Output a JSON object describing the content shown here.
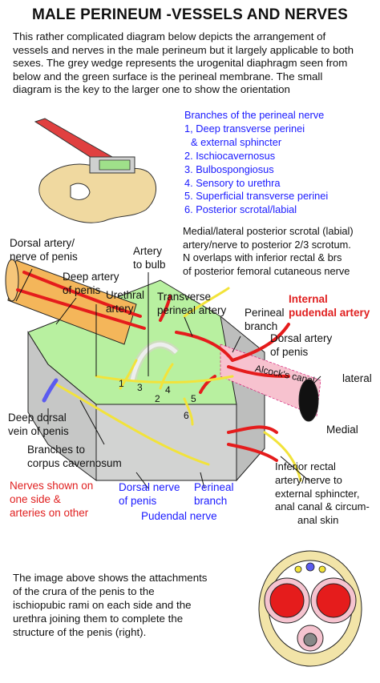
{
  "title": "MALE PERINEUM -VESSELS AND NERVES",
  "intro_lines": [
    "This rather complicated diagram below depicts the arrangement of",
    "vessels and nerves in the male perineum but it largely applicable to both",
    "sexes. The grey wedge represents the urogenital diaphragm seen from",
    "below and the green surface is the perineal membrane. The small",
    "diagram is the key to the larger one to show the orientation"
  ],
  "perineal_nerve_branches": {
    "heading": "Branches of the perineal nerve",
    "items": [
      "1, Deep transverse perinei",
      "  & external sphincter",
      "2. Ischiocavernosus",
      "3. Bulbospongiosus",
      "4. Sensory to urethra",
      "5. Superficial transverse perinei",
      "6. Posterior scrotal/labial"
    ]
  },
  "labels": {
    "medial_lateral_note": [
      "Medial/lateral posterior scrotal (labial)",
      "artery/nerve to posterior 2/3 scrotum.",
      "N overlaps with inferior rectal & brs",
      "of posterior femoral cutaneous nerve"
    ],
    "dorsal_artery_nerve": [
      "Dorsal artery/",
      "nerve of penis"
    ],
    "artery_to_bulb": [
      "Artery",
      "to bulb"
    ],
    "deep_artery": [
      "Deep artery",
      "of penis"
    ],
    "urethral_artery": [
      "Urethral",
      "artery"
    ],
    "transverse_perineal_artery": [
      "Transverse",
      "perineal artery"
    ],
    "perineal_branch_top": [
      "Perineal",
      "branch"
    ],
    "internal_pudendal_artery": [
      "Internal",
      "pudendal artery"
    ],
    "dorsal_artery_right": [
      "Dorsal artery",
      "of penis"
    ],
    "alcocks_canal": "Alcock's canal",
    "lateral": "lateral",
    "medial": "Medial",
    "deep_dorsal_vein": [
      "Deep dorsal",
      "vein of penis"
    ],
    "branches_corpus": [
      "Branches to",
      "corpus cavernosum"
    ],
    "nerves_shown": [
      "Nerves shown on",
      "one side &",
      "arteries on other"
    ],
    "dorsal_nerve": [
      "Dorsal nerve",
      "of penis"
    ],
    "perineal_branch_bottom": [
      "Perineal",
      "branch"
    ],
    "pudendal_nerve": "Pudendal nerve",
    "inferior_rectal": [
      "Inferior rectal",
      "artery/nerve to",
      "external sphincter,",
      "anal canal & circum-",
      "anal skin"
    ],
    "numbers": [
      "1",
      "2",
      "3",
      "4",
      "5",
      "6"
    ]
  },
  "bottom_text": [
    "The image above shows the attachments",
    "of the crura of the penis to the",
    "ischiopubic rami on each side and the",
    "urethra joining them to complete the",
    "structure of the penis (right)."
  ],
  "colors": {
    "blue_text": "#1a1aff",
    "red_text": "#e02020",
    "artery": "#e51c1c",
    "nerve": "#f2e33a",
    "membrane": "#b8f0a0",
    "wedge": "#cfd0cf",
    "penis_orange": "#f4b65a",
    "vein": "#5b5bf0"
  }
}
